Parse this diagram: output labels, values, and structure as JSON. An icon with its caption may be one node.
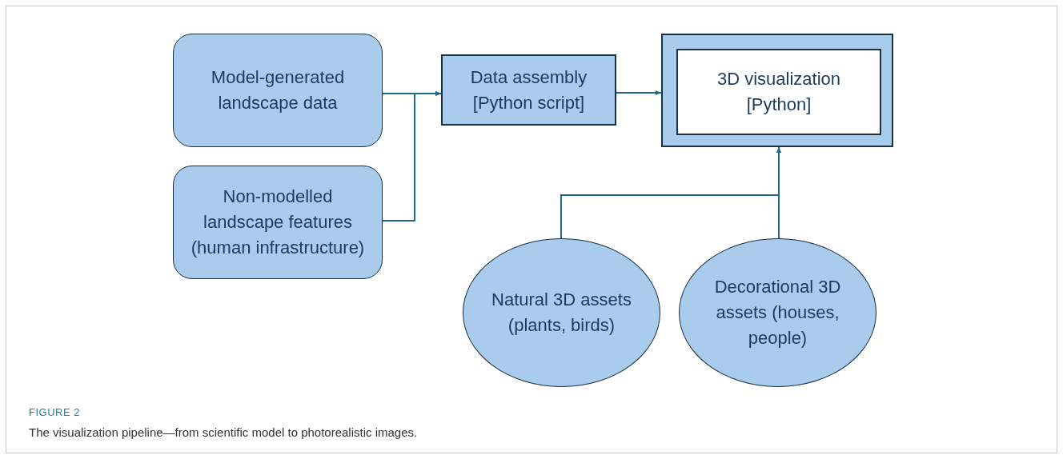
{
  "diagram": {
    "caption": "The visualization pipeline—from scientific model to photorealistic images.",
    "nodes": [
      {
        "text": [
          "Model-generated landscape data"
        ]
      },
      {
        "text": [
          "Non-modelled landscape features (human infrastructure)"
        ]
      },
      {
        "text": [
          "Data assembly [Python script]"
        ]
      },
      {
        "text": [],
        "shape": "box"
      },
      {
        "text": [
          "3D visualization [Python]"
        ],
        "in": 3
      },
      {
        "text": [
          "Natural 3D assets (plants, birds)"
        ]
      },
      {
        "text": [
          "Decorational 3D assets (houses, people)"
        ]
      }
    ],
    "edges": [
      {
        "from": 0,
        "to": 2,
        "arrow": "to"
      },
      {
        "from": 1,
        "to": 2,
        "arrow": "to"
      },
      {
        "from": 2,
        "to": 3,
        "arrow": "to"
      },
      {
        "from": 5,
        "to": 3,
        "arrow": "to"
      },
      {
        "from": 6,
        "to": 3,
        "arrow": "to"
      }
    ],
    "labels": [
      "FIGURE 2"
    ]
  }
}
